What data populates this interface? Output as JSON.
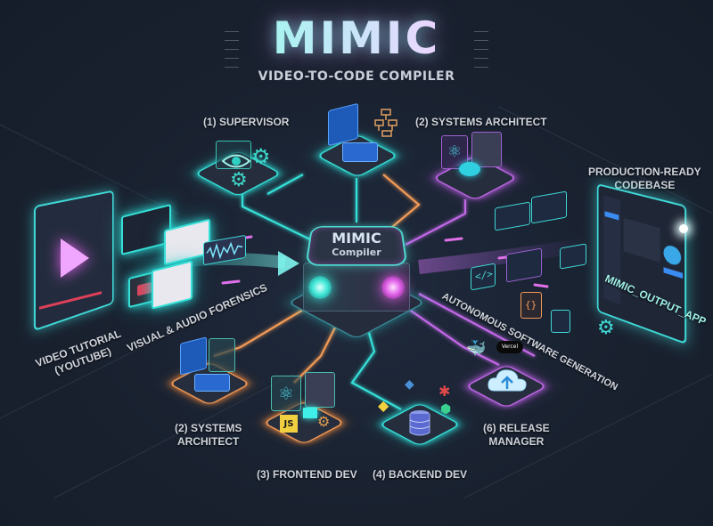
{
  "header": {
    "title": "MIMIC",
    "subtitle": "VIDEO-TO-CODE COMPILER"
  },
  "core": {
    "title": "MIMIC",
    "subtitle": "Compiler"
  },
  "agents": [
    {
      "id": "supervisor",
      "label": "(1) SUPERVISOR",
      "icons": [
        "eye-icon",
        "gear-icon",
        "window-icon"
      ]
    },
    {
      "id": "systems-architect-top",
      "label": "(2) SYSTEMS ARCHITECT",
      "icons": [
        "react-atom-icon",
        "layout-panel-icon",
        "button-knob-icon"
      ]
    },
    {
      "id": "blueprint-top",
      "label": "",
      "icons": [
        "blueprint-icon",
        "flowchart-icon"
      ]
    },
    {
      "id": "systems-architect-bottom",
      "label_line1": "(2) SYSTEMS",
      "label_line2": "ARCHITECT",
      "icons": [
        "blueprint-icon",
        "flowchart-icon"
      ]
    },
    {
      "id": "frontend-dev",
      "label": "(3) FRONTEND DEV",
      "icons": [
        "react-atom-icon",
        "js-icon",
        "gear-icon"
      ]
    },
    {
      "id": "backend-dev",
      "label": "(4) BACKEND DEV",
      "icons": [
        "database-icon",
        "python-icon",
        "bug-icon"
      ]
    },
    {
      "id": "release-manager",
      "label_line1": "(6) RELEASE",
      "label_line2": "MANAGER",
      "icons": [
        "cloud-upload-icon",
        "docker-icon",
        "vercel-icon"
      ]
    }
  ],
  "input": {
    "label_line1": "VIDEO TUTORIAL",
    "label_line2": "(YOUTUBE)",
    "forensics_label": "VISUAL & AUDIO FORENSICS"
  },
  "output": {
    "heading_line1": "PRODUCTION-READY",
    "heading_line2": "CODEBASE",
    "app_label": "MIMIC_OUTPUT_APP",
    "generation_label": "AUTONOMOUS SOFTWARE GENERATION",
    "vercel_badge": "Vercel",
    "js_badge": "JS"
  },
  "colors": {
    "background": "#19212f",
    "cyan": "#35e0d8",
    "purple": "#c268e8",
    "orange": "#f29a56",
    "pink": "#f06ce0"
  }
}
